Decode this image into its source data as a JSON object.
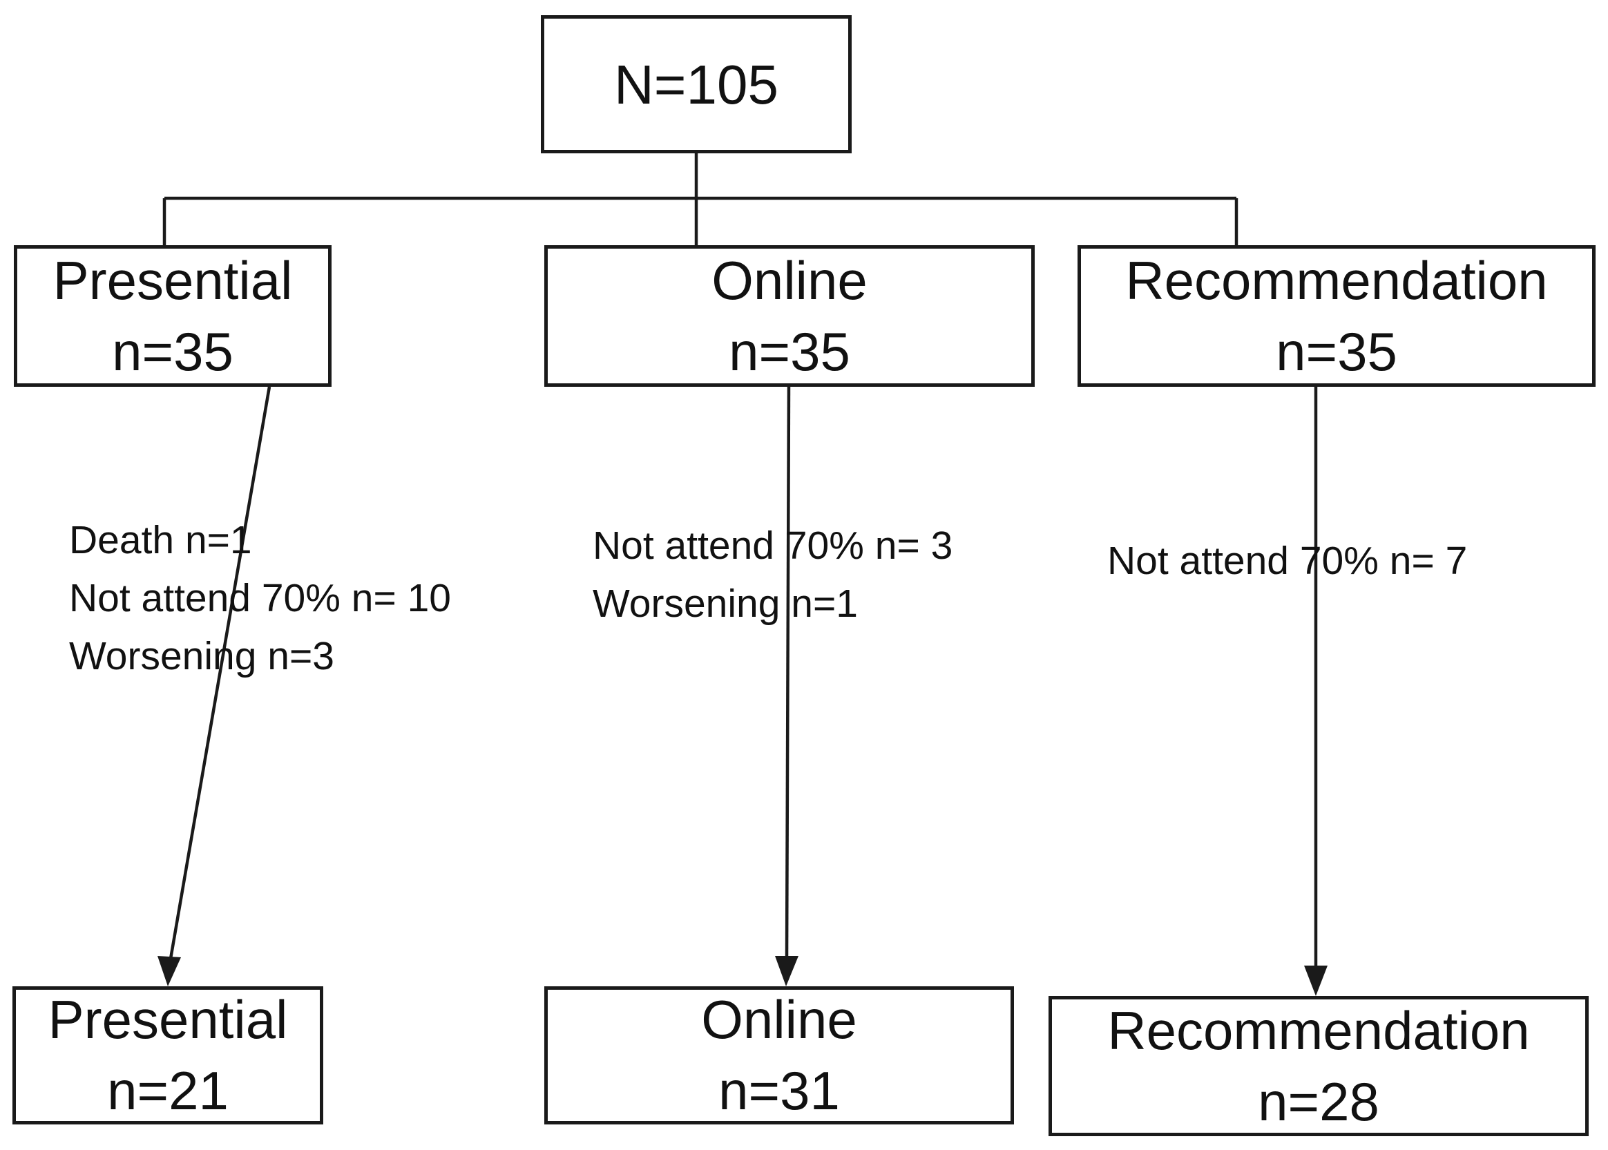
{
  "diagram": {
    "root": {
      "label": "N=105"
    },
    "columns": [
      {
        "id": "presential",
        "initial": {
          "label": "Presential",
          "count": "n=35"
        },
        "notes": [
          "Death n=1",
          "Not attend 70% n= 10",
          "Worsening n=3"
        ],
        "final": {
          "label": "Presential",
          "count": "n=21"
        }
      },
      {
        "id": "online",
        "initial": {
          "label": "Online",
          "count": "n=35"
        },
        "notes": [
          "Not attend 70% n= 3",
          "Worsening n=1"
        ],
        "final": {
          "label": "Online",
          "count": "n=31"
        }
      },
      {
        "id": "recommendation",
        "initial": {
          "label": "Recommendation",
          "count": "n=35"
        },
        "notes": [
          "Not attend 70% n= 7"
        ],
        "final": {
          "label": "Recommendation",
          "count": "n=28"
        }
      }
    ],
    "colors": {
      "background": "#ffffff",
      "line": "#1a1a1a",
      "box_border": "#1a1a1a",
      "text": "#111111"
    }
  }
}
